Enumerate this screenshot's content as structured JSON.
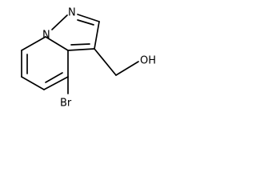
{
  "molecule": {
    "atoms": {
      "n1": "N",
      "n2": "N",
      "oh": "OH",
      "br": "Br"
    }
  }
}
